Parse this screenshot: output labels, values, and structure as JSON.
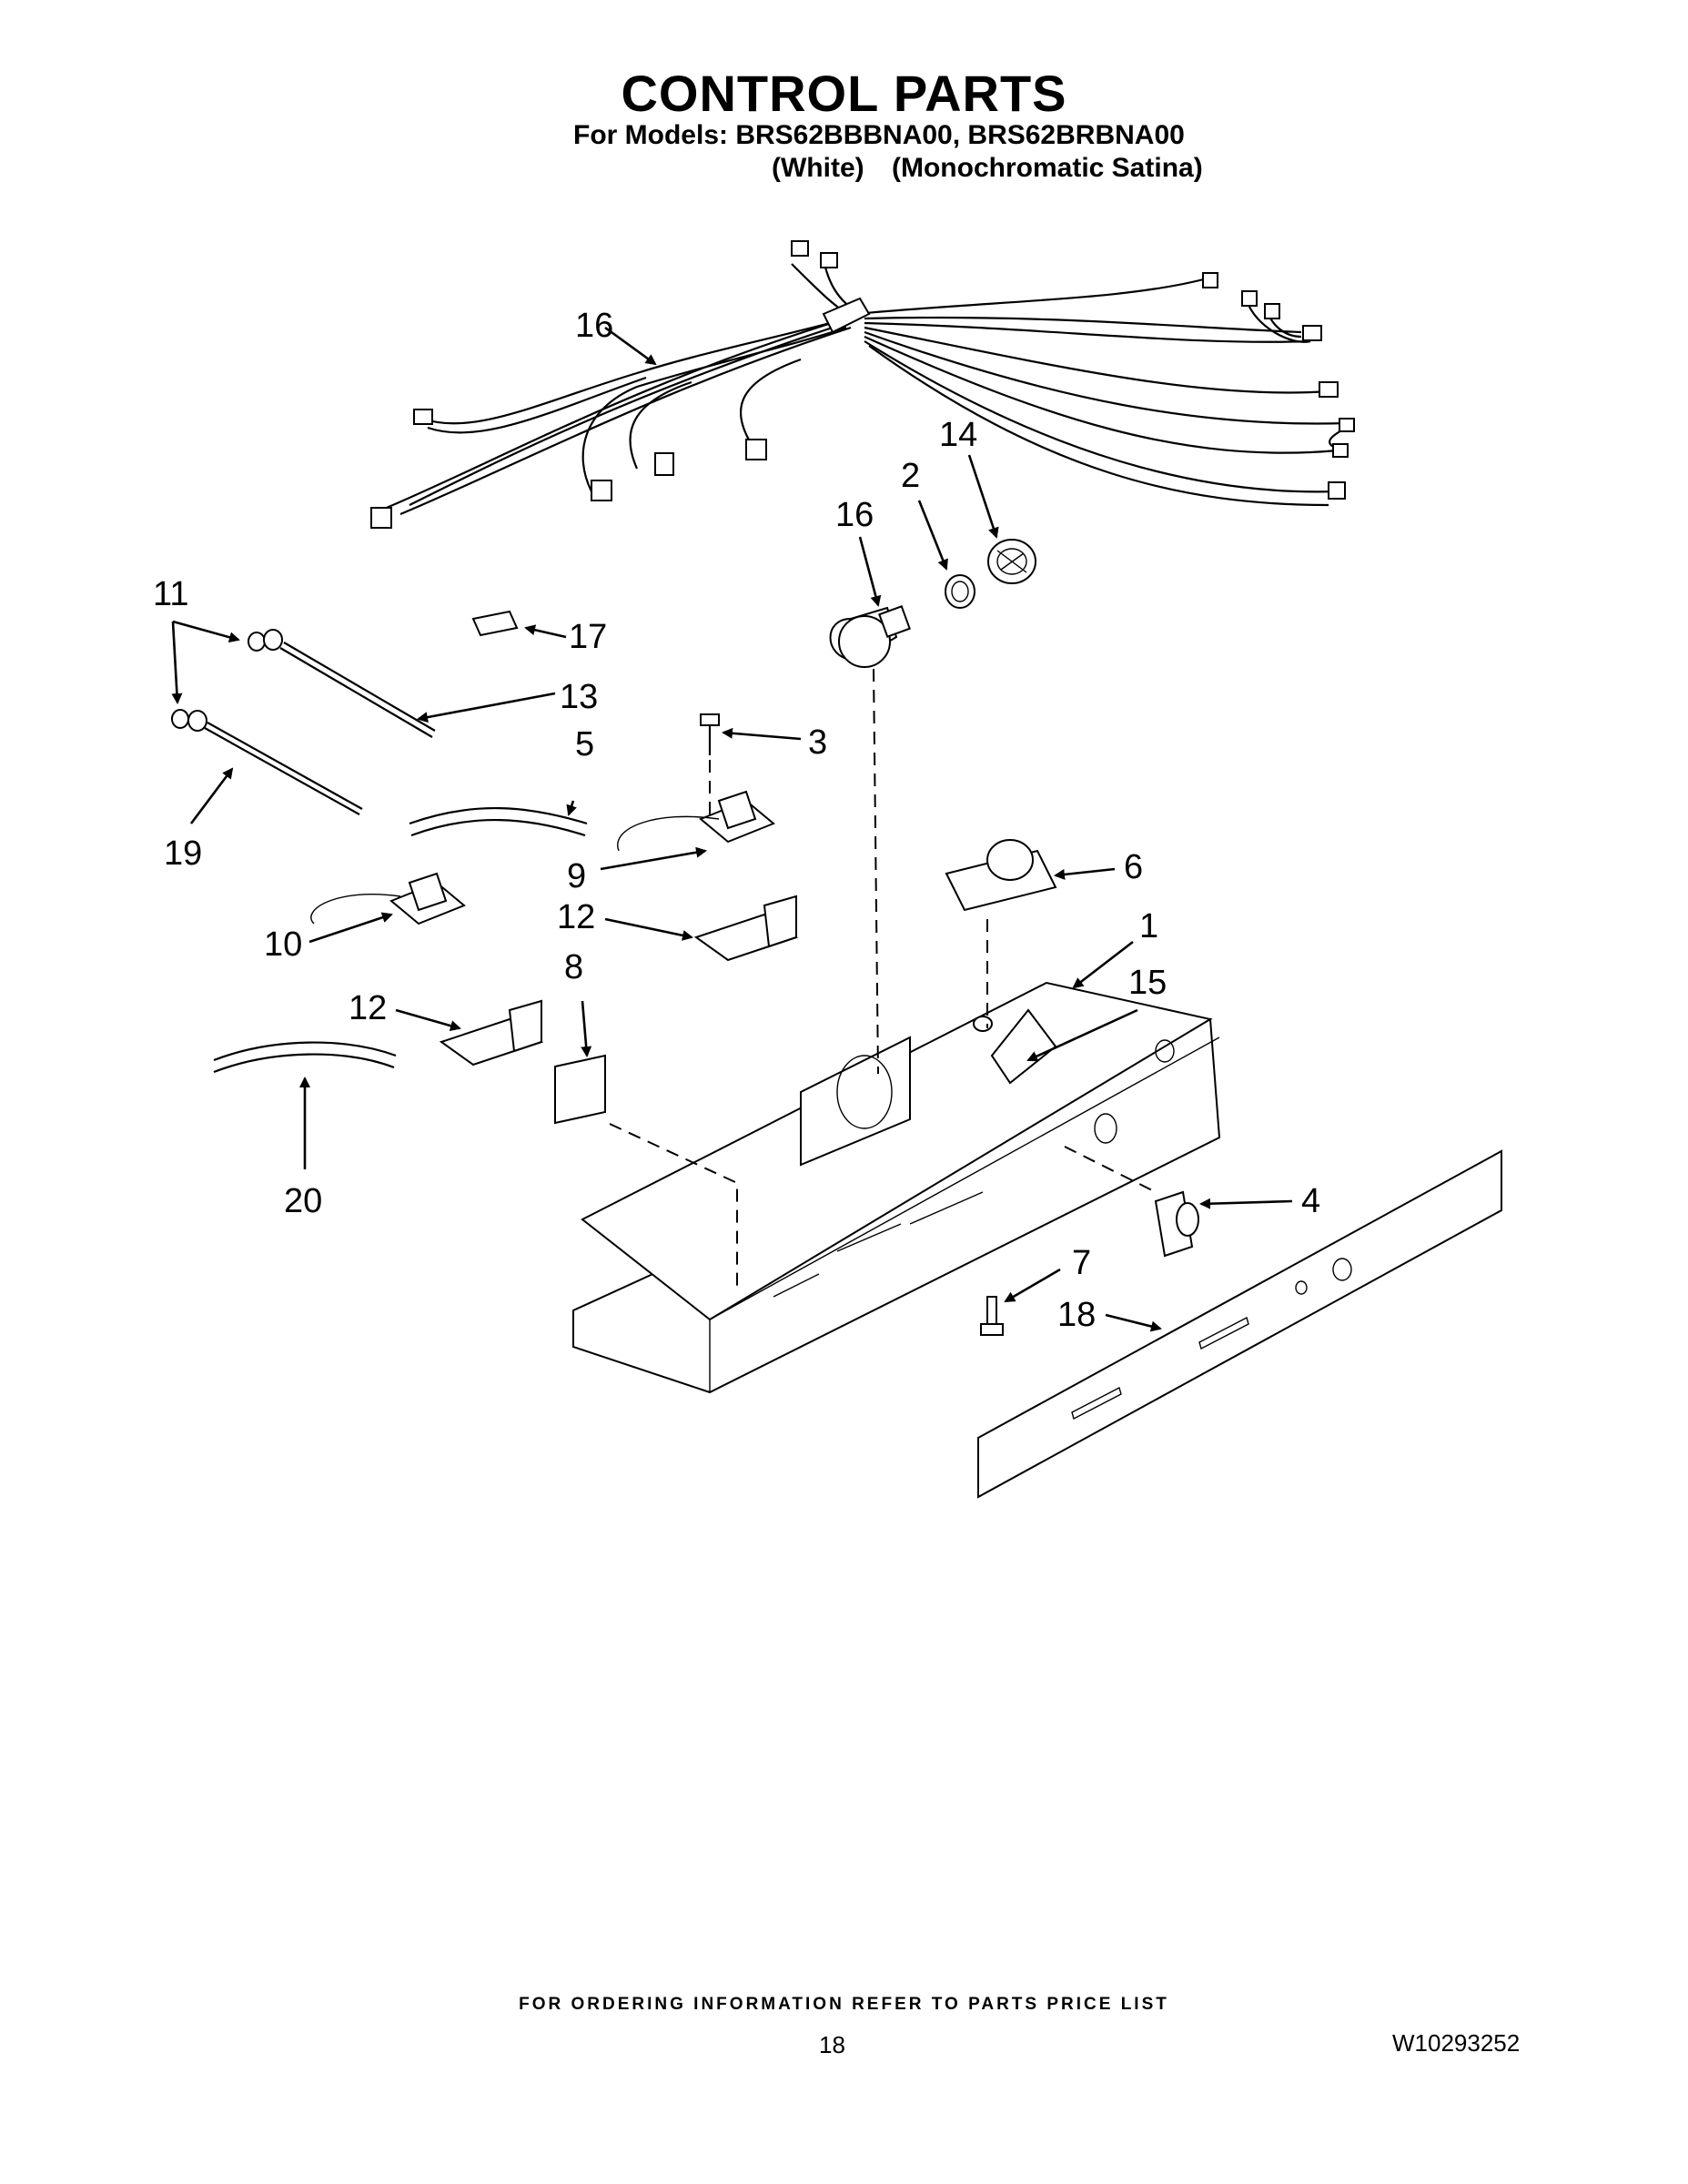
{
  "header": {
    "title": "CONTROL PARTS",
    "models": "For Models: BRS62BBBNA00, BRS62BRBNA00",
    "variant_1": "(White)",
    "variant_2": "(Monochromatic Satina)"
  },
  "callouts": {
    "c16_top": "16",
    "c14": "14",
    "c2": "2",
    "c16_bulb": "16",
    "c11": "11",
    "c17": "17",
    "c13": "13",
    "c3": "3",
    "c5": "5",
    "c19": "19",
    "c9": "9",
    "c6": "6",
    "c12_right": "12",
    "c10": "10",
    "c1": "1",
    "c8": "8",
    "c15": "15",
    "c12_left": "12",
    "c4": "4",
    "c20": "20",
    "c7": "7",
    "c18": "18"
  },
  "footer": {
    "note": "FOR ORDERING INFORMATION REFER TO PARTS PRICE LIST",
    "page": "18",
    "doc_number": "W10293252"
  }
}
